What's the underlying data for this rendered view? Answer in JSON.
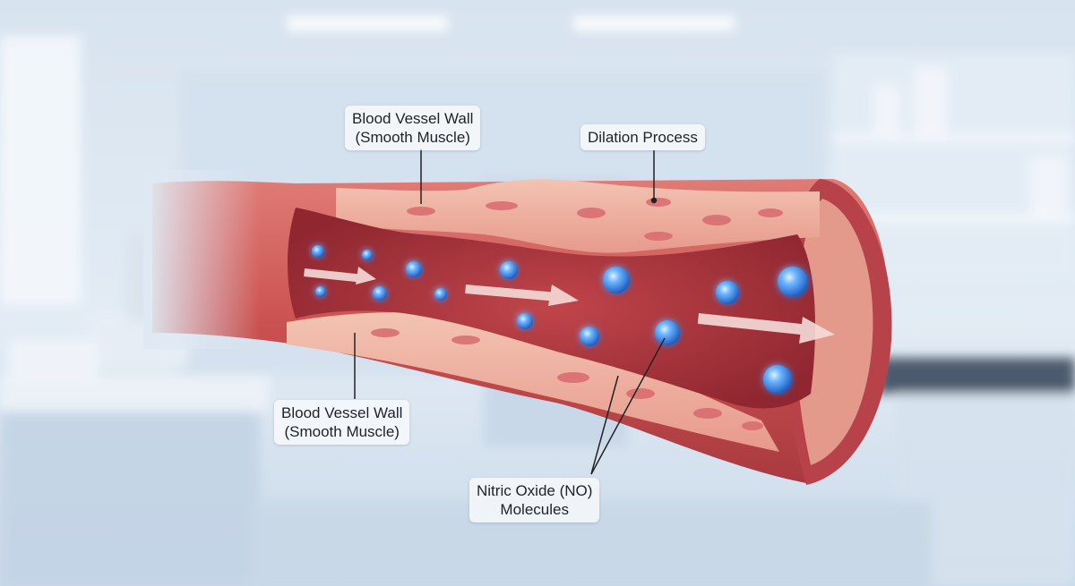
{
  "labels": {
    "wall_top": {
      "line1": "Blood Vessel Wall",
      "line2": "(Smooth Muscle)"
    },
    "wall_bottom": {
      "line1": "Blood Vessel Wall",
      "line2": "(Smooth Muscle)"
    },
    "dilation": {
      "text": "Dilation Process"
    },
    "nitric_oxide": {
      "line1": "Nitric Oxide (NO)",
      "line2": "Molecules"
    }
  },
  "colors": {
    "background": "#dfe9f3",
    "vessel_outer": "#d4605f",
    "vessel_lumen": "#a8333a",
    "vessel_wall_layer": "#f0b6a4",
    "no_molecule": "#3f8fe6",
    "flow_arrow": "#f6dcd8"
  },
  "icons": {
    "molecule": "no-molecule-sphere",
    "arrow": "blood-flow-arrow"
  }
}
